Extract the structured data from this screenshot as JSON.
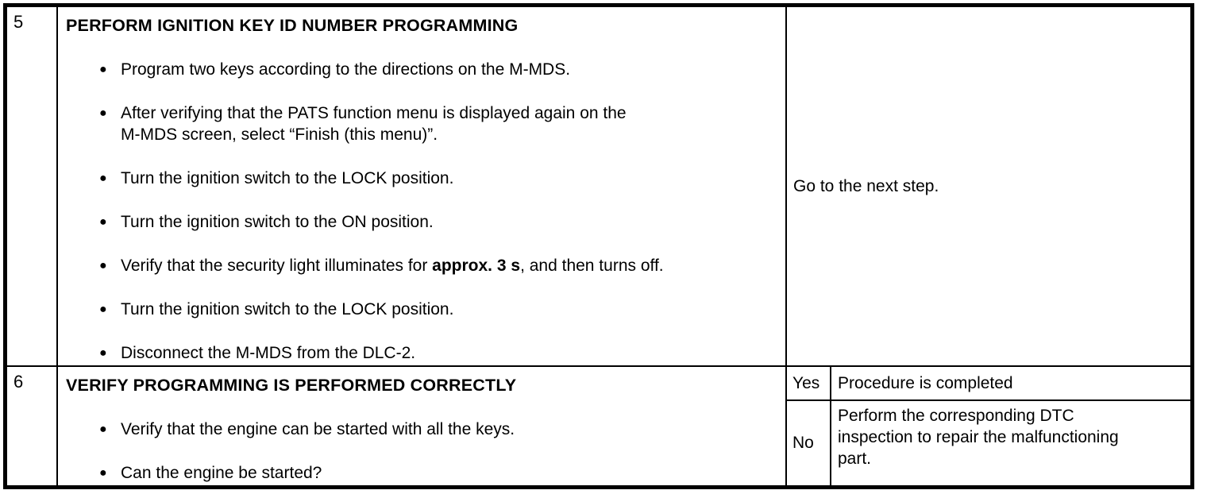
{
  "colors": {
    "border": "#000000",
    "text": "#000000",
    "background": "#ffffff"
  },
  "table": {
    "rows": [
      {
        "step": "5",
        "title": "PERFORM IGNITION KEY ID NUMBER PROGRAMMING",
        "bullets": [
          {
            "text": "Program two keys according to the directions on the M-MDS."
          },
          {
            "lines": [
              "After verifying that the PATS function menu is displayed again on the",
              "M-MDS screen, select “Finish (this menu)”."
            ]
          },
          {
            "text": "Turn the ignition switch to the LOCK position."
          },
          {
            "text": "Turn the ignition switch to the ON position."
          },
          {
            "pre": "Verify that the security light illuminates for ",
            "bold": "approx. 3 s",
            "post": ", and then turns off."
          },
          {
            "text": "Turn the ignition switch to the LOCK position."
          },
          {
            "text": "Disconnect the M-MDS from the DLC-2."
          }
        ],
        "result": "Go to the next step."
      },
      {
        "step": "6",
        "title": "VERIFY PROGRAMMING IS PERFORMED CORRECTLY",
        "bullets": [
          {
            "text": "Verify that the engine can be started with all the keys."
          },
          {
            "text": "Can the engine be started?"
          }
        ],
        "results": [
          {
            "answer": "Yes",
            "action": "Procedure is completed"
          },
          {
            "answer": "No",
            "action_lines": [
              "Perform the corresponding DTC",
              "inspection to repair the malfunctioning",
              "part."
            ]
          }
        ]
      }
    ]
  }
}
